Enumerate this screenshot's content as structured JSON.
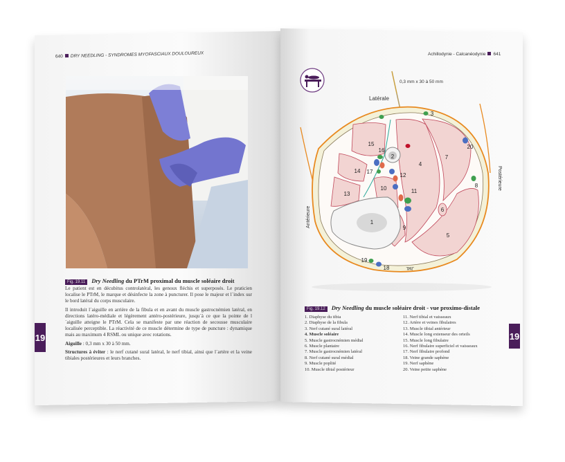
{
  "left_page": {
    "running_head": {
      "page_number": "640",
      "title": "DRY NEEDLING - SYNDROMES MYOFASCIAUX DOULOUREUX"
    },
    "tab_number": "19",
    "figure": {
      "tag": "Fig. 19.11",
      "title_italic": "Dry Needling",
      "title_rest": " du PTrM proximal du muscle soléaire droit"
    },
    "paragraphs": [
      "Le patient est en décubitus controlatéral, les genoux fléchis et superposés. Le praticien localise le PTrM, le marque et désinfecte la zone à puncturer. Il pose le majeur et l´index sur le bord latéral du corps musculaire.",
      "Il introduit l´aiguille en arrière de la fibula et en avant du muscle gastrocnémien latéral, en directions latéro-médiale et légèrement antéro-postérieure, jusqu´à ce que la pointe de l´aiguille atteigne le PTrM. Cela se manifeste par une réaction de secousse musculaire localisée perceptible. La réactivité de ce muscle détermine de type de puncture : dynamique mais au maximum 4 RSML ou unique avec rotations."
    ],
    "needle": {
      "label": "Aiguille",
      "value": " : 0,3 mm x 30 à 50 mm."
    },
    "avoid": {
      "label": "Structures à éviter",
      "value": " : le nerf cutané sural latéral, le nerf tibial, ainsi que l´artère et la veine tibiales postérieures et leurs branches."
    }
  },
  "right_page": {
    "running_head": {
      "title": "Achillodynie - Calcanéodynie",
      "page_number": "641"
    },
    "tab_number": "19",
    "diagram": {
      "needle_label": "0,3 mm x 30 à 50 mm",
      "lateral": "Latérale",
      "anterior": "Antérieure",
      "posterior": "Postérieure",
      "signature": "JML",
      "numbers": [
        "1",
        "2",
        "3",
        "4",
        "5",
        "6",
        "7",
        "8",
        "9",
        "10",
        "11",
        "12",
        "13",
        "14",
        "15",
        "16",
        "17",
        "18",
        "19",
        "20"
      ],
      "colors": {
        "skin": "#e8891f",
        "fat": "#f4f1d8",
        "muscle": "#f2d4d2",
        "muscle_border": "#c0475a",
        "nerve": "#3f9f4f",
        "vein": "#4b6fc2",
        "artery": "#e06a4a",
        "accent": "#4a1d5a"
      }
    },
    "figure": {
      "tag": "Fig. 19.12",
      "title_italic": "Dry Needling",
      "title_rest": " du muscle soléaire droit - vue proximo-distale"
    },
    "legend_col1": [
      "1. Diaphyse du tibia",
      "2. Diaphyse de la fibula",
      "3. Nerf cutané sural latéral",
      "4. Muscle soléaire",
      "5. Muscle gastrocnémien médial",
      "6. Muscle plantaire",
      "7. Muscle gastrocnémien latéral",
      "8. Nerf cutané sural médial",
      "9. Muscle poplité",
      "10. Muscle tibial postérieur"
    ],
    "legend_col2": [
      "11. Nerf tibial et vaisseaux",
      "12. Artère et veines fibulaires",
      "13. Muscle tibial antérieur",
      "14. Muscle long extenseur des orteils",
      "15. Muscle long fibulaire",
      "16. Nerf fibulaire superficiel et vaisseaux",
      "17. Nerf fibulaire profond",
      "18. Veine grande saphène",
      "19. Nerf saphène",
      "20. Veine petite saphène"
    ]
  }
}
